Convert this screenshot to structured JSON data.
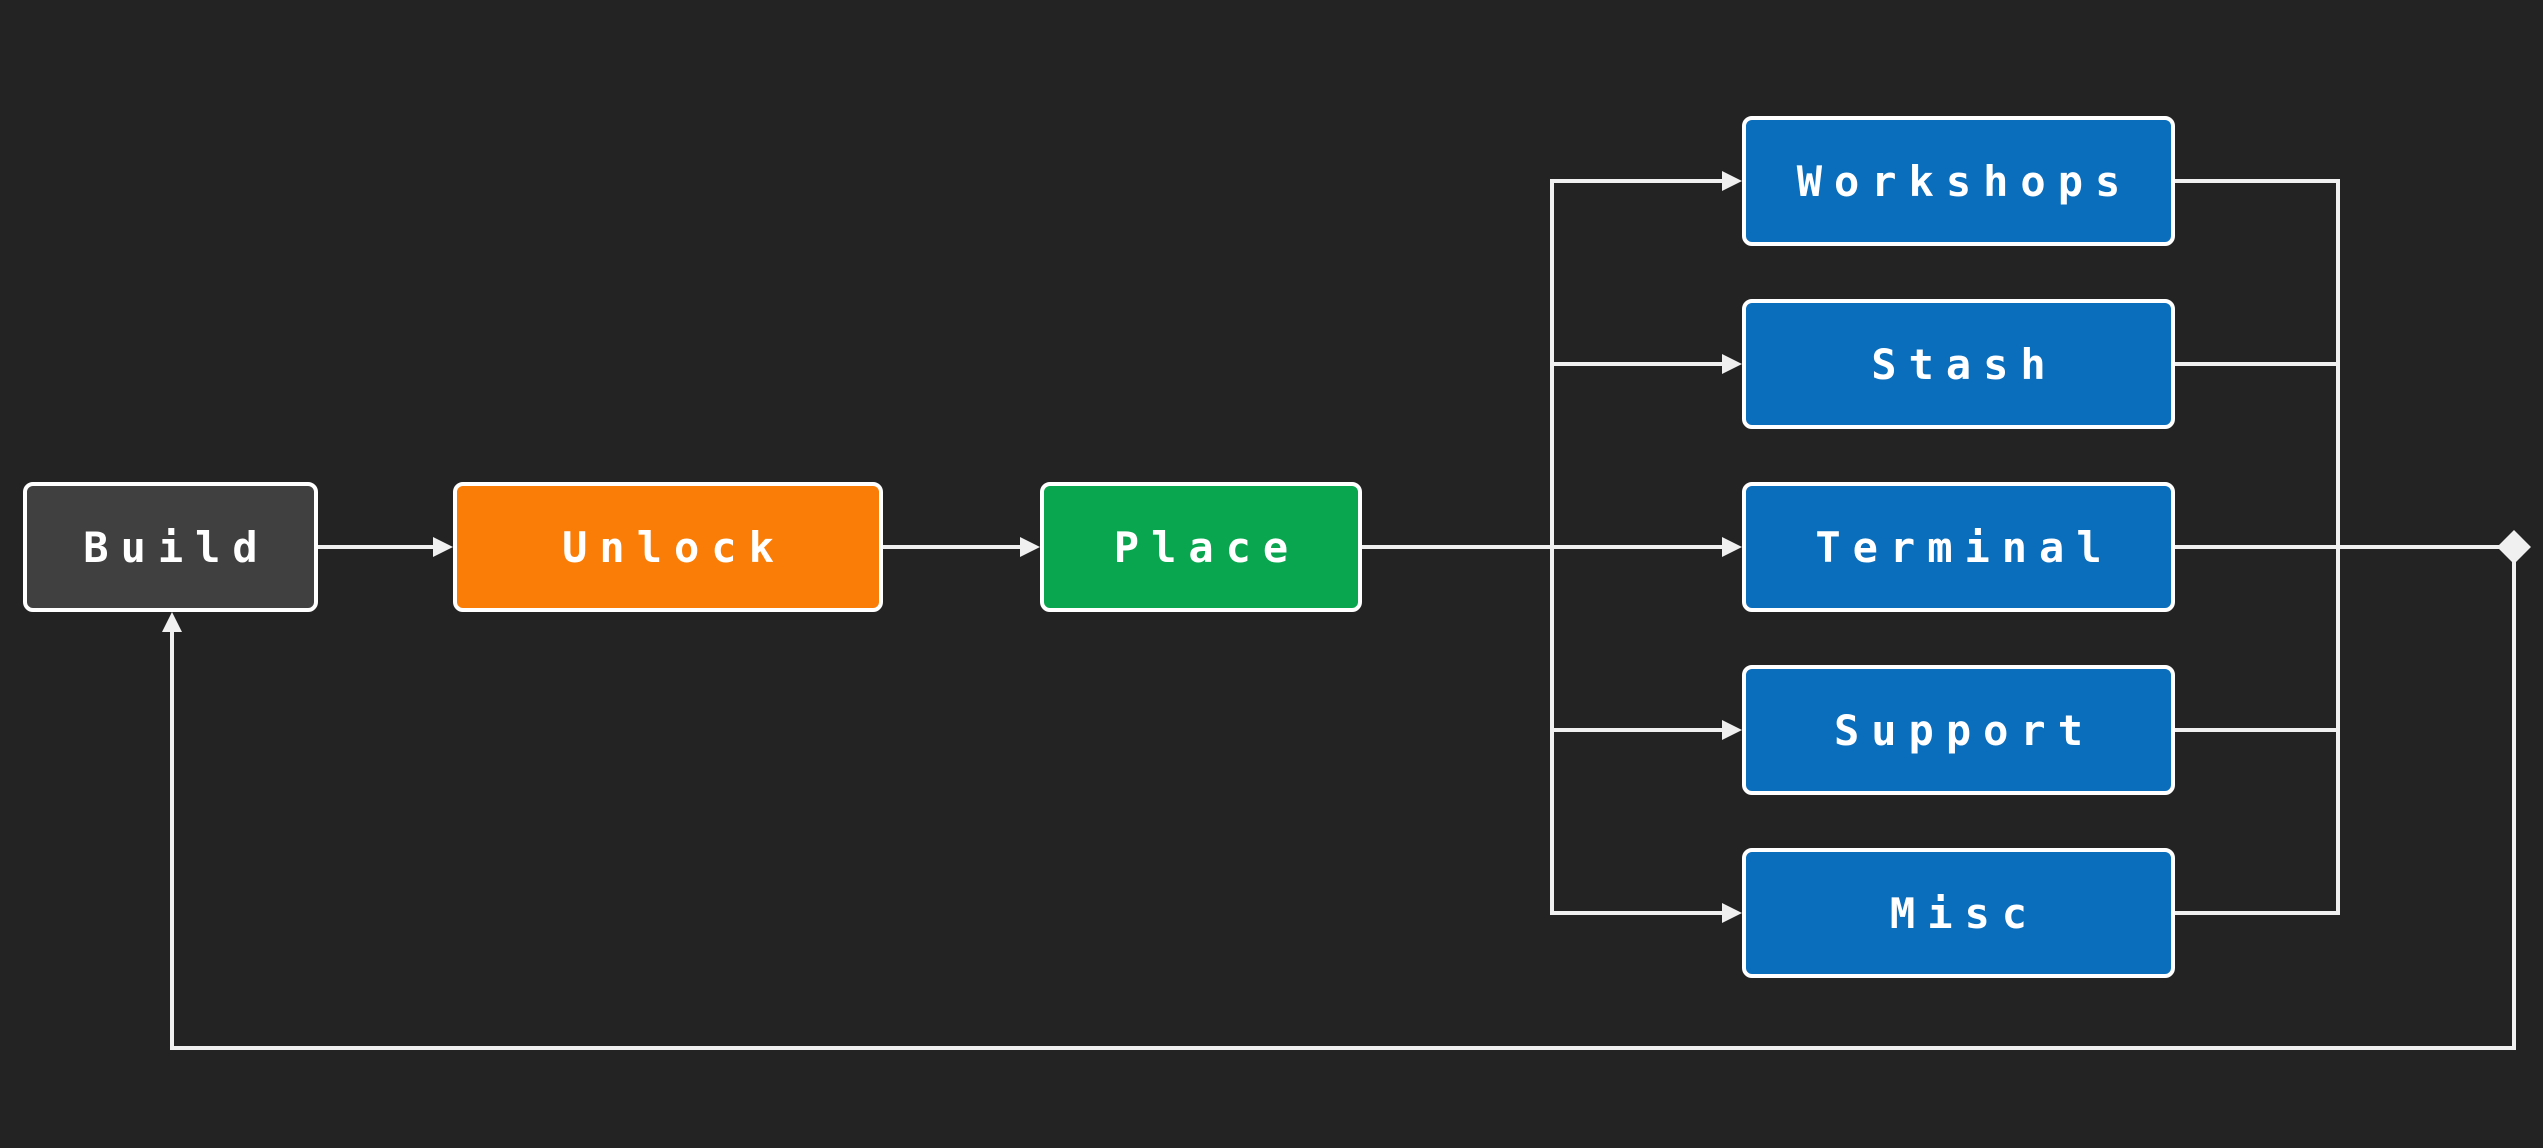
{
  "diagram": {
    "type": "flowchart",
    "background_color": "#232323",
    "line_color": "#f0f0f0",
    "text_color": "#ffffff",
    "node_border_color": "#ffffff",
    "nodes": {
      "build": {
        "label": "Build",
        "fill": "#404040"
      },
      "unlock": {
        "label": "Unlock",
        "fill": "#f97d07"
      },
      "place": {
        "label": "Place",
        "fill": "#0aa64f"
      },
      "workshops": {
        "label": "Workshops",
        "fill": "#0a6ebd"
      },
      "stash": {
        "label": "Stash",
        "fill": "#0a6ebd"
      },
      "terminal": {
        "label": "Terminal",
        "fill": "#0a6ebd"
      },
      "support": {
        "label": "Support",
        "fill": "#0a6ebd"
      },
      "misc": {
        "label": "Misc",
        "fill": "#0a6ebd"
      }
    },
    "edges": [
      {
        "from": "Build",
        "to": "Unlock"
      },
      {
        "from": "Unlock",
        "to": "Place"
      },
      {
        "from": "Place",
        "to": "Workshops"
      },
      {
        "from": "Place",
        "to": "Stash"
      },
      {
        "from": "Place",
        "to": "Terminal"
      },
      {
        "from": "Place",
        "to": "Support"
      },
      {
        "from": "Place",
        "to": "Misc"
      },
      {
        "from": "Workshops",
        "to": "Build"
      },
      {
        "from": "Stash",
        "to": "Build"
      },
      {
        "from": "Terminal",
        "to": "Build"
      },
      {
        "from": "Support",
        "to": "Build"
      },
      {
        "from": "Misc",
        "to": "Build"
      }
    ]
  }
}
